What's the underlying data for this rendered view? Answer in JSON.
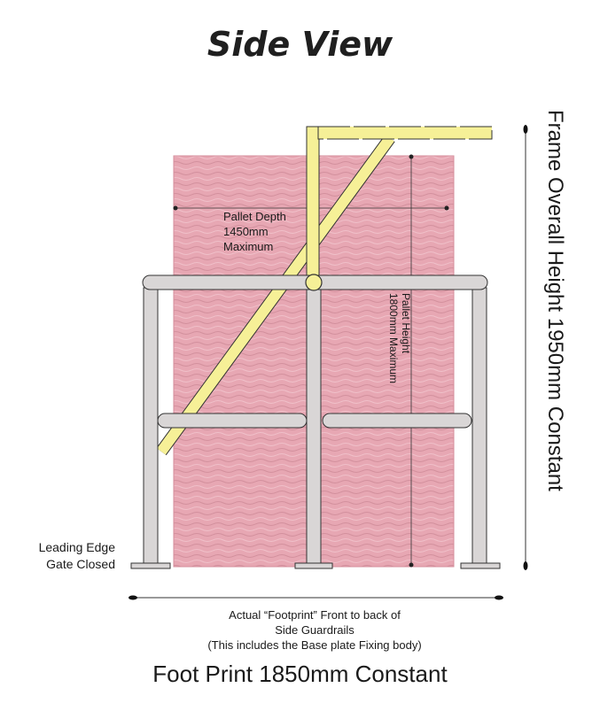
{
  "title": "Side View",
  "pallet_depth": {
    "line1": "Pallet Depth",
    "line2": "1450mm",
    "line3": "Maximum"
  },
  "pallet_height": {
    "line1": "Pallet Height",
    "line2": "1800mm Maximum"
  },
  "frame_height": "Frame Overall Height 1950mm Constant",
  "leading_edge": {
    "line1": "Leading Edge",
    "line2": "Gate Closed"
  },
  "footprint_desc": {
    "line1": "Actual “Footprint” Front to back of",
    "line2": "Side Guardrails",
    "line3": "(This includes the Base plate Fixing body)"
  },
  "footprint_main": "Foot Print 1850mm Constant",
  "colors": {
    "pallet": "#e7a7b3",
    "rail": "#d9d6d6",
    "gate": "#f6f097",
    "outline": "#333333"
  }
}
